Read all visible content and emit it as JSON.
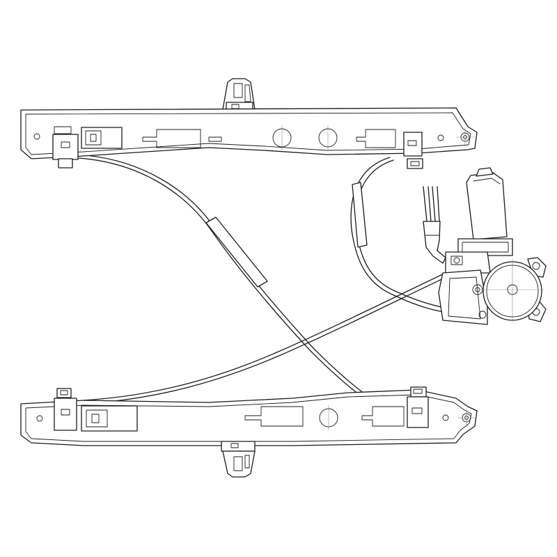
{
  "diagram": {
    "subject": "window-regulator-assembly",
    "view": "line-drawing",
    "colors": {
      "background": "#ffffff",
      "line": "#1a1a1a",
      "centerline": "#888888"
    },
    "components": [
      "upper-guide-rail",
      "lower-guide-rail",
      "cable-upper-left-to-lower-right",
      "cable-lower-left-to-motor",
      "cable-upper-right-to-motor",
      "electric-motor",
      "motor-wire-leads",
      "mounting-clips"
    ]
  }
}
